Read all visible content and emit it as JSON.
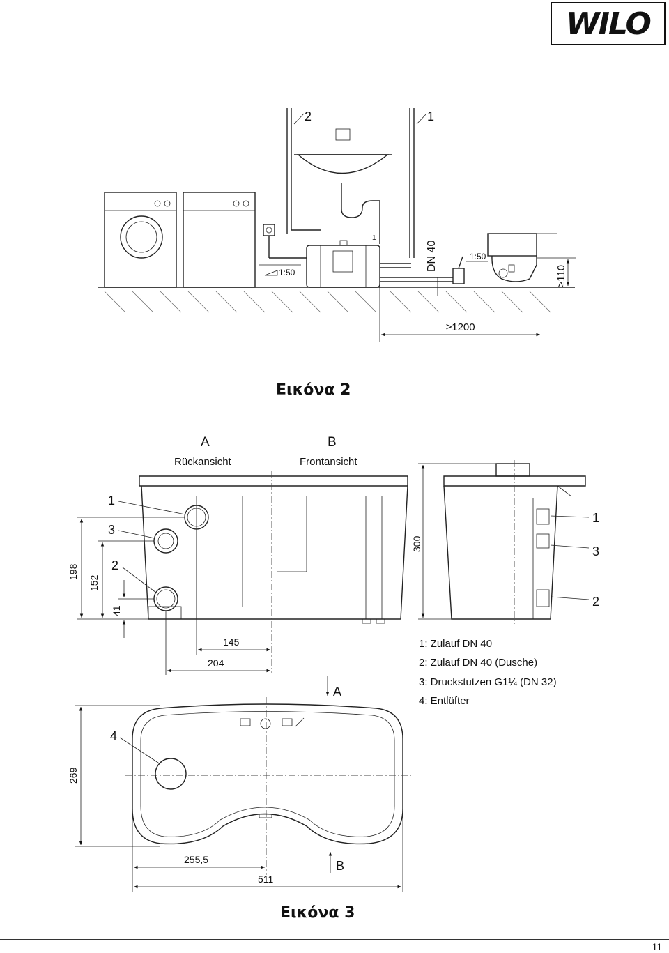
{
  "brand": {
    "logo": "WILO"
  },
  "figure2": {
    "caption": "Εικόνα 2",
    "labels": {
      "pipe2": "2",
      "pipe1": "1",
      "slope_left": "1:50",
      "slope_right": "1:50",
      "dn": "DN 40",
      "height": "≥110",
      "distance": "≥1200",
      "small1": "1"
    }
  },
  "figure3": {
    "caption": "Εικόνα 3",
    "view_a": {
      "letter": "A",
      "name": "Rückansicht"
    },
    "view_b": {
      "letter": "B",
      "name": "Frontansicht"
    },
    "dims": {
      "d198": "198",
      "d152": "152",
      "d41": "41",
      "d145": "145",
      "d204": "204",
      "d300": "300",
      "d269": "269",
      "d255": "255,5",
      "d511": "511"
    },
    "callouts": {
      "c1": "1",
      "c2": "2",
      "c3": "3",
      "c4": "4",
      "s1": "1",
      "s3": "3",
      "s2": "2"
    },
    "arrow_a": "A",
    "arrow_b": "B",
    "legend": [
      "1: Zulauf DN 40",
      "2: Zulauf DN 40 (Dusche)",
      "3: Druckstutzen G1¼ (DN 32)",
      "4: Entlüfter"
    ]
  },
  "page": {
    "number": "11"
  }
}
